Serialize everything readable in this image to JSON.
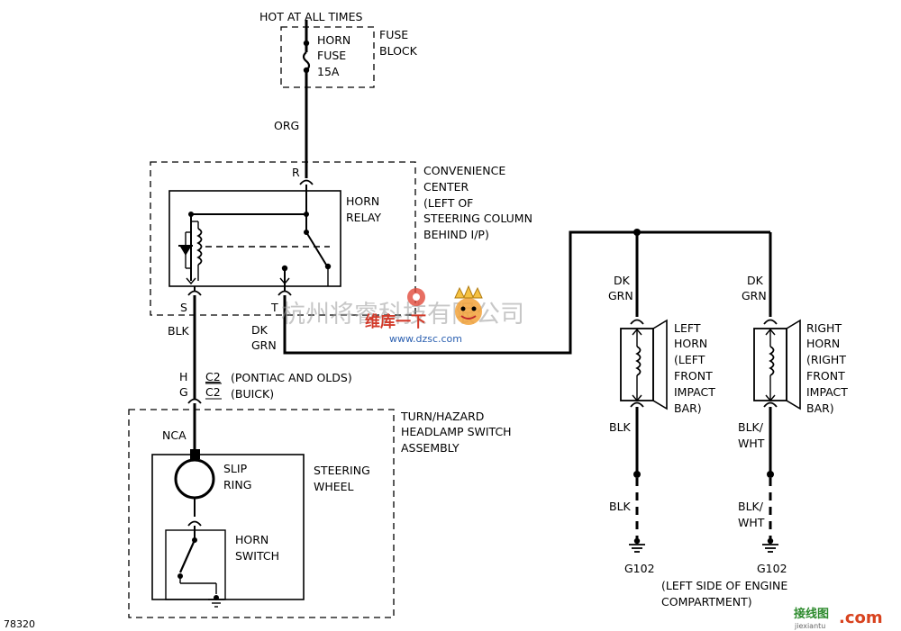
{
  "labels": {
    "hot": "HOT AT ALL TIMES",
    "horn_fuse_1": "HORN",
    "horn_fuse_2": "FUSE",
    "horn_fuse_3": "15A",
    "fuse_block_1": "FUSE",
    "fuse_block_2": "BLOCK",
    "org": "ORG",
    "r": "R",
    "conv_1": "CONVENIENCE",
    "conv_2": "CENTER",
    "conv_3": "(LEFT OF",
    "conv_4": "STEERING COLUMN",
    "conv_5": "BEHIND I/P)",
    "horn_relay_1": "HORN",
    "horn_relay_2": "RELAY",
    "s": "S",
    "t": "T",
    "blk": "BLK",
    "dk": "DK",
    "grn": "GRN",
    "h": "H",
    "g": "G",
    "c2": "C2",
    "pontiac": "(PONTIAC AND OLDS)",
    "buick": "(BUICK)",
    "turn_1": "TURN/HAZARD",
    "turn_2": "HEADLAMP SWITCH",
    "turn_3": "ASSEMBLY",
    "nca": "NCA",
    "slip_1": "SLIP",
    "slip_2": "RING",
    "steer_1": "STEERING",
    "steer_2": "WHEEL",
    "horn_sw_1": "HORN",
    "horn_sw_2": "SWITCH",
    "lh_1": "LEFT",
    "lh_2": "HORN",
    "lh_3": "(LEFT",
    "lh_4": "FRONT",
    "lh_5": "IMPACT",
    "lh_6": "BAR)",
    "rh_1": "RIGHT",
    "rh_2": "HORN",
    "rh_3": "(RIGHT",
    "rh_4": "FRONT",
    "rh_5": "IMPACT",
    "rh_6": "BAR)",
    "blk_wht_1": "BLK/",
    "blk_wht_2": "WHT",
    "g102": "G102",
    "eng_1": "(LEFT SIDE OF ENGINE",
    "eng_2": "COMPARTMENT)",
    "fig": "78320"
  },
  "watermark": {
    "company": "杭州将睿科技有限公司",
    "logo_text": "维库一下",
    "site": "www.dzsc.com",
    "corner_cn": "接线图",
    "corner_url": "jiexiantu",
    "corner_com": ".com"
  }
}
